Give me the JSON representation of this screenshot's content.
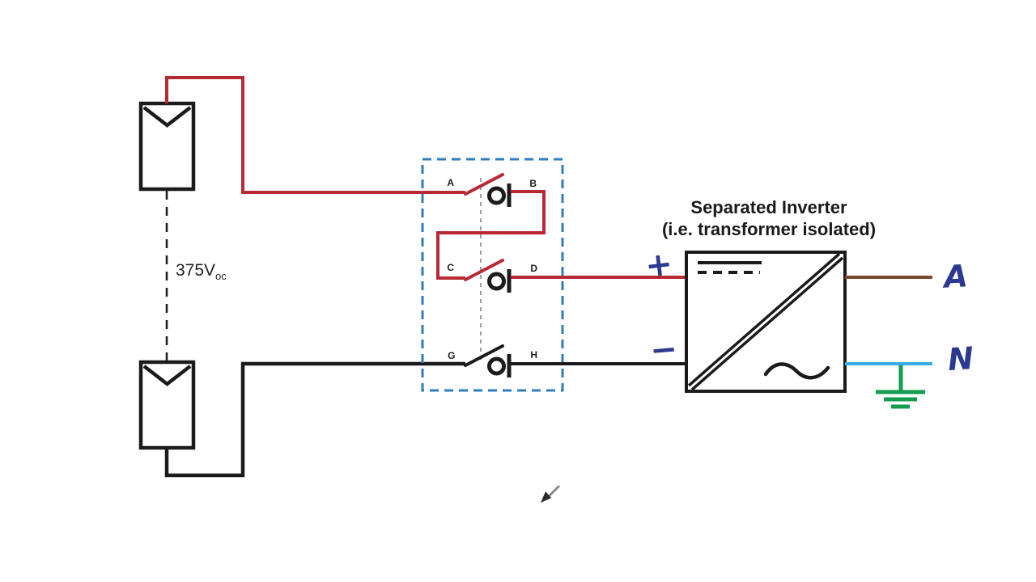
{
  "diagram": {
    "title": {
      "line1": "Separated Inverter",
      "line2": "(i.e. transformer isolated)"
    },
    "pv_string": {
      "voltage": "375V",
      "voltage_sub": "oc"
    },
    "switch_box": {
      "labels": {
        "a": "A",
        "b": "B",
        "c": "C",
        "d": "D",
        "g": "G",
        "h": "H"
      }
    },
    "inverter": {
      "positive": "+",
      "negative": "−"
    },
    "outputs": {
      "line": "A",
      "neutral": "N"
    },
    "icons": {
      "pv_module": "pv-module-icon",
      "switch_contact": "switch-contact-icon",
      "dc_symbol": "dc-symbol-icon",
      "ac_sine": "ac-sine-icon",
      "ground": "ground-icon",
      "pen_cursor": "pen-cursor-icon"
    },
    "colors": {
      "wire_red": "#B72A34",
      "wire_black": "#1B1B1B",
      "wire_brown": "#7B4A2E",
      "wire_cyan": "#38ADE3",
      "ground_green": "#149D4E",
      "enclosure_blue": "#2F7CC0",
      "annotation_blue": "#2B3990",
      "linkage_gray": "#A0A0A0",
      "text_dark": "#1C1C1C"
    }
  }
}
